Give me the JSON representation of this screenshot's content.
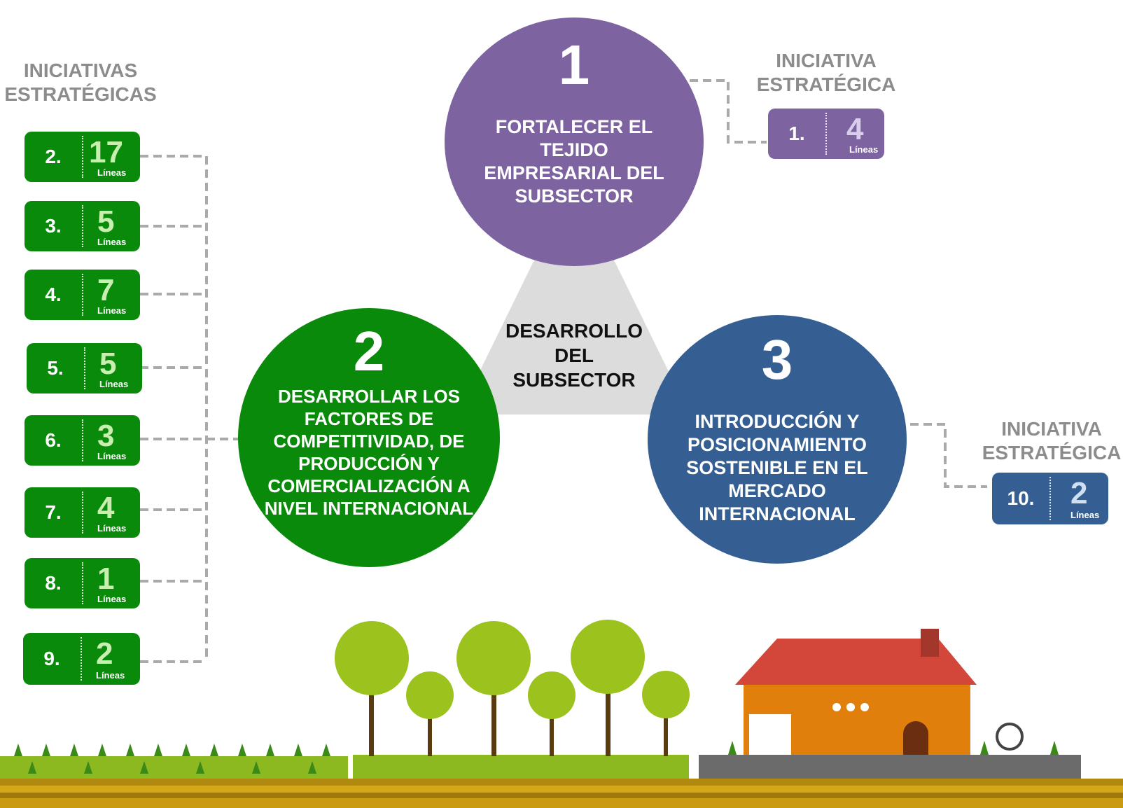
{
  "center": {
    "title": "DESARROLLO\nDEL\nSUBSECTOR"
  },
  "objectives": [
    {
      "number": "1",
      "text": "FORTALECER EL TEJIDO EMPRESARIAL DEL SUBSECTOR",
      "color": "#7d64a0"
    },
    {
      "number": "2",
      "text": "DESARROLLAR LOS FACTORES DE COMPETITIVIDAD,  DE PRODUCCIÓN Y COMERCIALIZACIÓN A NIVEL INTERNACIONAL",
      "color": "#0a8a0a"
    },
    {
      "number": "3",
      "text": "INTRODUCCIÓN Y POSICIONAMIENTO SOSTENIBLE EN EL MERCADO INTERNACIONAL",
      "color": "#355f92"
    }
  ],
  "headings": {
    "left": "INICIATIVAS\nESTRATÉGICAS",
    "top_right": "INICIATIVA\nESTRATÉGICA",
    "bottom_right": "INICIATIVA\nESTRATÉGICA"
  },
  "unit_label": "Líneas",
  "initiatives_left": [
    {
      "id": "2.",
      "lines": "17"
    },
    {
      "id": "3.",
      "lines": "5"
    },
    {
      "id": "4.",
      "lines": "7"
    },
    {
      "id": "5.",
      "lines": "5"
    },
    {
      "id": "6.",
      "lines": "3"
    },
    {
      "id": "7.",
      "lines": "4"
    },
    {
      "id": "8.",
      "lines": "1"
    },
    {
      "id": "9.",
      "lines": "2"
    }
  ],
  "initiative_top_right": {
    "id": "1.",
    "lines": "4"
  },
  "initiative_bottom_right": {
    "id": "10.",
    "lines": "2"
  },
  "colors": {
    "green": "#0a8a0a",
    "purple": "#7d64a0",
    "blue": "#355f92",
    "connector": "#aaaaaa",
    "triangle": "#dcdcdc"
  }
}
